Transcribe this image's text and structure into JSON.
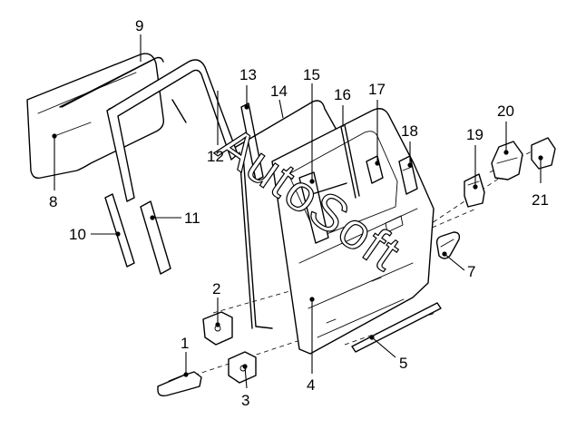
{
  "watermark": "AutoSoft",
  "callouts": [
    {
      "id": "1",
      "label": "1"
    },
    {
      "id": "2",
      "label": "2"
    },
    {
      "id": "3",
      "label": "3"
    },
    {
      "id": "4",
      "label": "4"
    },
    {
      "id": "5",
      "label": "5"
    },
    {
      "id": "7",
      "label": "7"
    },
    {
      "id": "8",
      "label": "8"
    },
    {
      "id": "9",
      "label": "9"
    },
    {
      "id": "10",
      "label": "10"
    },
    {
      "id": "11",
      "label": "11"
    },
    {
      "id": "12",
      "label": "12"
    },
    {
      "id": "13",
      "label": "13"
    },
    {
      "id": "14",
      "label": "14"
    },
    {
      "id": "15",
      "label": "15"
    },
    {
      "id": "16",
      "label": "16"
    },
    {
      "id": "17",
      "label": "17"
    },
    {
      "id": "18",
      "label": "18"
    },
    {
      "id": "19",
      "label": "19"
    },
    {
      "id": "20",
      "label": "20"
    },
    {
      "id": "21",
      "label": "21"
    }
  ]
}
